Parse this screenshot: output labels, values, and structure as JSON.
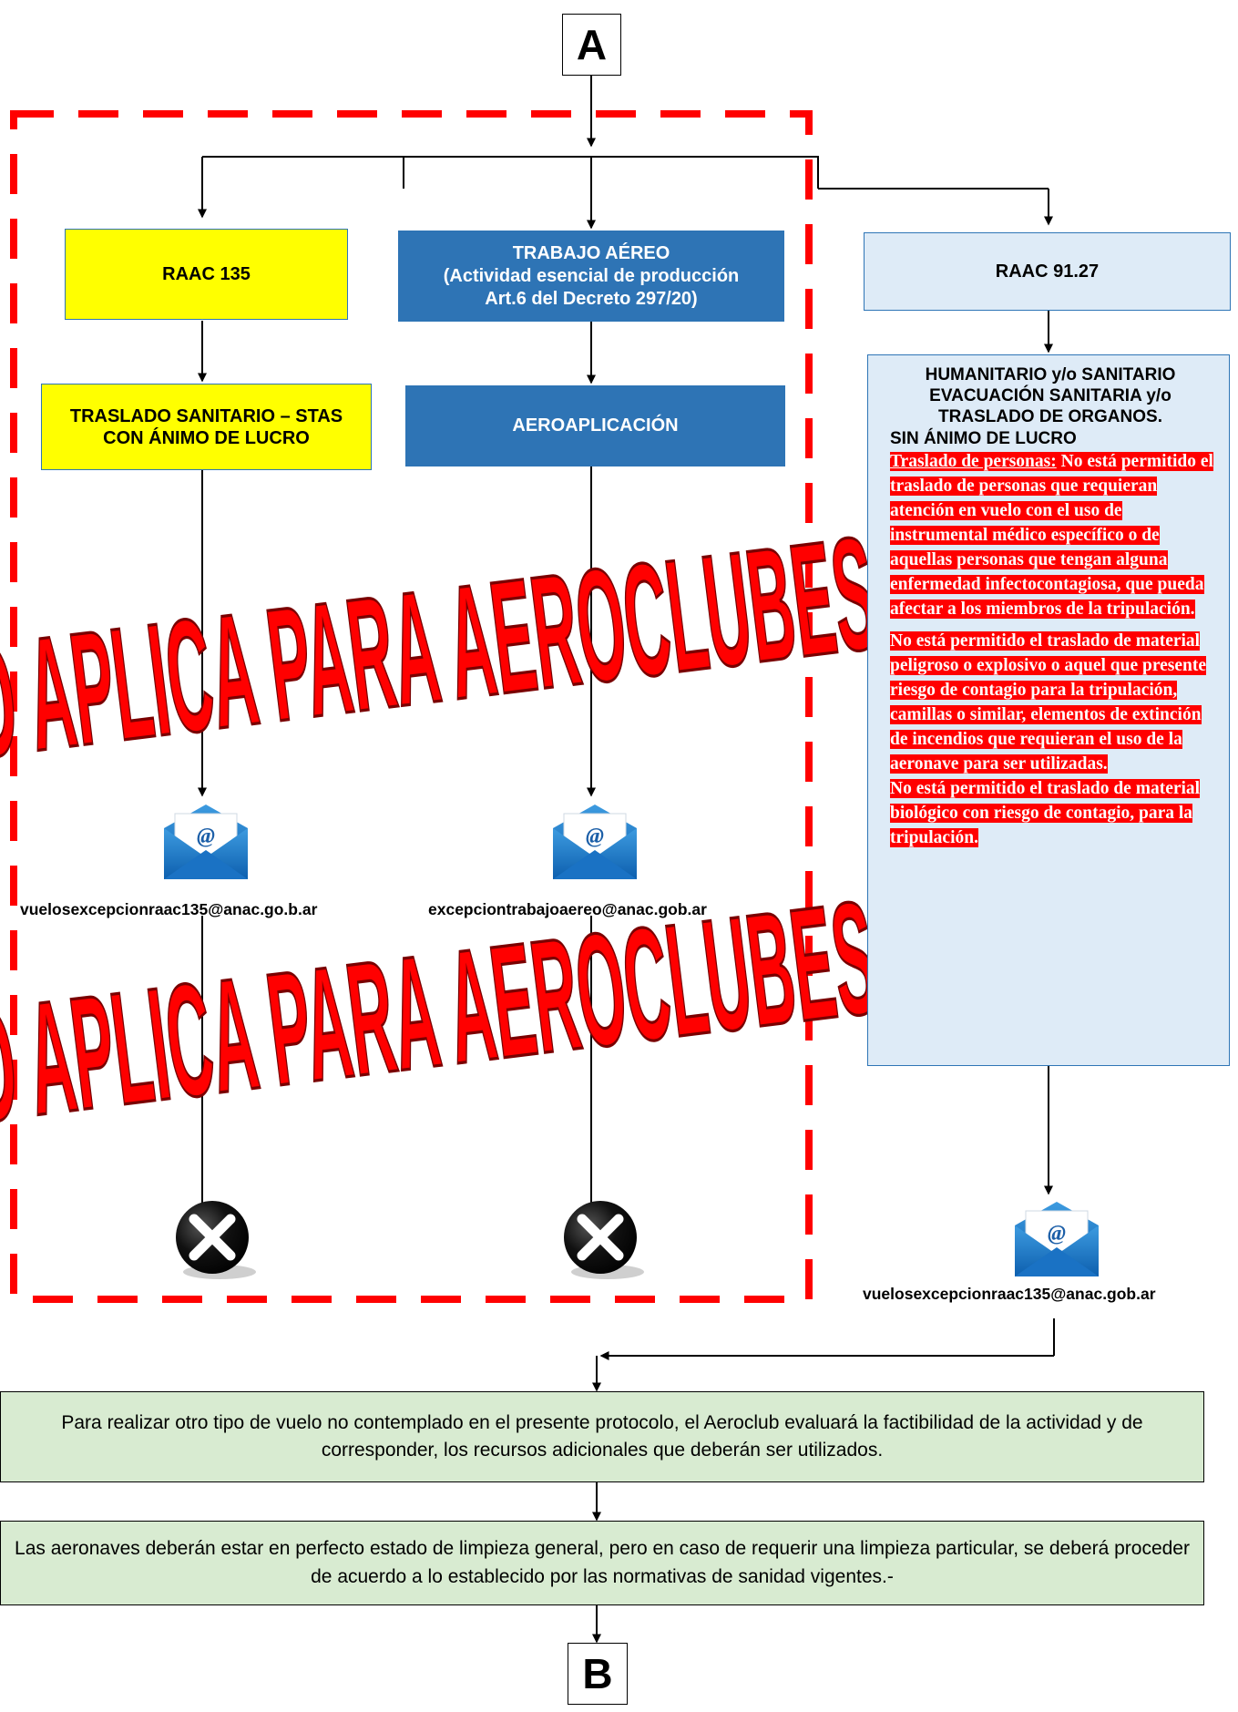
{
  "connectors": {
    "top": "A",
    "bottom": "B"
  },
  "left_branch": {
    "box1": "RAAC 135",
    "box2": "TRASLADO SANITARIO – STAS CON ÁNIMO DE LUCRO",
    "email": "vuelosexcepcionraac135@anac.go.b.ar"
  },
  "middle_branch": {
    "box1": [
      "TRABAJO AÉREO",
      "(Actividad esencial de producción",
      "Art.6 del Decreto 297/20)"
    ],
    "box2": "AEROAPLICACIÓN",
    "email": "excepciontrabajoaereo@anac.gob.ar"
  },
  "right_branch": {
    "box1": "RAAC 91.27",
    "box2_title": [
      "HUMANITARIO y/o SANITARIO",
      "EVACUACIÓN SANITARIA y/o",
      "TRASLADO DE ORGANOS."
    ],
    "box2_subtitle": "SIN ÁNIMO DE LUCRO",
    "box2_lead": "Traslado de personas:",
    "box2_para1": " No está permitido el traslado de personas que requieran atención en vuelo con el uso de instrumental médico específico o de aquellas personas que tengan alguna enfermedad infectocontagiosa, que pueda afectar a los miembros de la tripulación.",
    "box2_para2": "No está permitido el traslado de material peligroso o explosivo o aquel que presente riesgo de contagio para la tripulación, camillas o similar, elementos de extinción de incendios que requieran el uso de la aeronave para ser utilizadas.",
    "box2_para3": "No está permitido el traslado de material biológico con riesgo de contagio, para la tripulación.",
    "email": "vuelosexcepcionraac135@anac.gob.ar"
  },
  "stamp_text": "NO APLICA PARA AEROCLUBES",
  "note1": "Para realizar otro tipo de vuelo no contemplado en el presente protocolo, el Aeroclub evaluará la factibilidad de la actividad y de corresponder, los recursos adicionales que deberán ser utilizados.",
  "note2": "Las aeronaves deberán estar en perfecto estado de limpieza general, pero en caso de requerir una limpieza particular, se deberá proceder de acuerdo a lo establecido por las normativas de sanidad vigentes.-",
  "colors": {
    "stamp_red": "#ff0000",
    "dash_red": "#ff0000",
    "blue": "#2e74b5",
    "yellow": "#ffff00",
    "light_blue": "#deebf7",
    "green": "#d8ebd1"
  },
  "icons": {
    "email": "envelope-at-icon",
    "end": "x-circle-icon"
  }
}
